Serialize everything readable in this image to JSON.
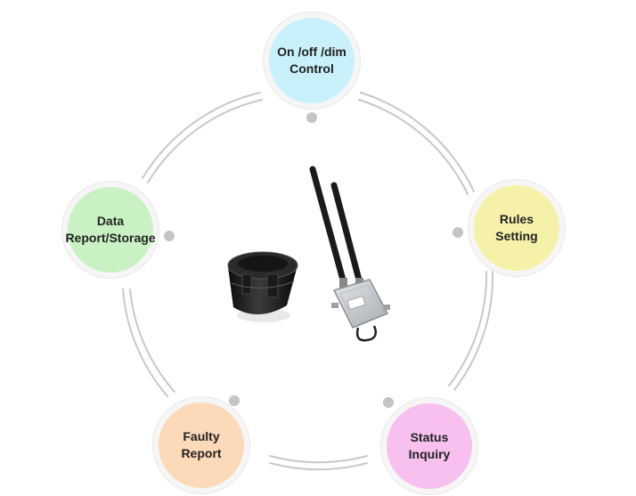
{
  "nodes": {
    "control": {
      "label": "On /off /dim\nControl",
      "color": "#c9f1fb"
    },
    "rules": {
      "label": "Rules\nSetting",
      "color": "#f6f1a9"
    },
    "status": {
      "label": "Status\nInquiry",
      "color": "#f7c0ef"
    },
    "faulty": {
      "label": "Faulty\nReport",
      "color": "#fcd9b9"
    },
    "data": {
      "label": "Data\nReport/Storage",
      "color": "#c9f1c3"
    }
  },
  "colors": {
    "ring": "#c9c9c9",
    "dot": "#c4c4c4"
  },
  "images": {
    "sensor": "photoelectric-sensor",
    "controller": "wireless-controller-with-antennas"
  }
}
